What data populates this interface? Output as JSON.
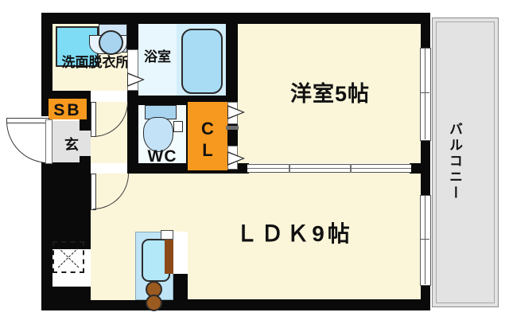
{
  "plan": {
    "type": "floor-plan",
    "unit_layout": "1LDK",
    "rooms": [
      {
        "key": "washroom",
        "label": "洗面脱衣所",
        "name": "washroom-dressing-area"
      },
      {
        "key": "bathroom",
        "label": "浴室",
        "name": "bathroom"
      },
      {
        "key": "toilet",
        "label": "WC",
        "name": "toilet-wc"
      },
      {
        "key": "closet",
        "label_top": "C",
        "label_bottom": "L",
        "label": "CL",
        "name": "closet"
      },
      {
        "key": "shoebox",
        "label": "SB",
        "name": "shoe-box"
      },
      {
        "key": "entrance",
        "label": "玄",
        "name": "entrance-genkan"
      },
      {
        "key": "bedroom",
        "label": "洋室5帖",
        "name": "western-room-5-jo"
      },
      {
        "key": "ldk",
        "label": "ＬＤＫ9帖",
        "name": "ldk-9-jo"
      },
      {
        "key": "balcony",
        "label": "バルコニー",
        "name": "balcony"
      }
    ],
    "colors": {
      "wall": "#0a0a0a",
      "room_fill": "#fbf6da",
      "bath_fill": "#e8f7fd",
      "closet_accent": "#f7991e",
      "balcony_fill": "#e3e3e3",
      "genkan_fill": "#e2e2e2",
      "water_fixture": "#a8dcf5",
      "stove_burner": "#9a5a20"
    },
    "fixtures": [
      {
        "key": "washing-machine",
        "name": "washing-machine-space"
      },
      {
        "key": "vanity-sink",
        "name": "vanity-sink"
      },
      {
        "key": "bathtub",
        "name": "bathtub"
      },
      {
        "key": "toilet-bowl",
        "name": "toilet-bowl"
      },
      {
        "key": "kitchen-sink",
        "name": "kitchen-sink"
      },
      {
        "key": "stove",
        "name": "stove-two-burner"
      },
      {
        "key": "refrigerator",
        "name": "refrigerator-space"
      },
      {
        "key": "pipe-shaft",
        "name": "pipe-shaft-marker"
      }
    ]
  }
}
